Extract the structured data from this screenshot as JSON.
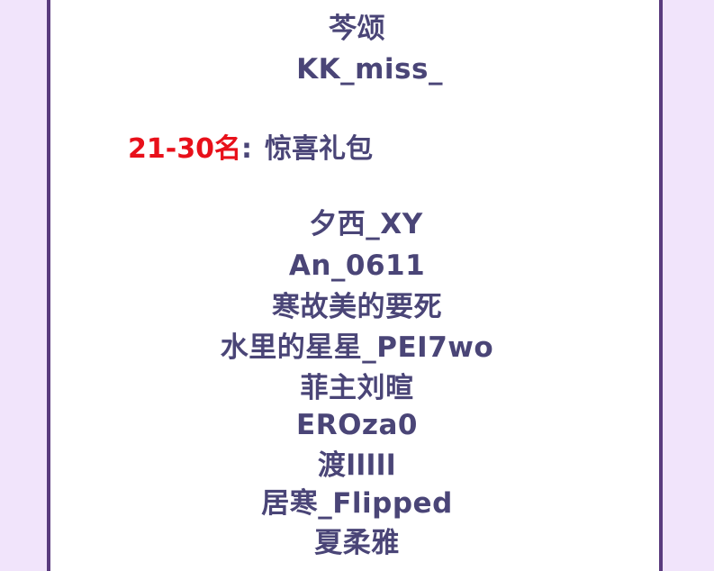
{
  "top_names": [
    "芩颂",
    "KK_miss_"
  ],
  "prize": {
    "rank_label": "21-30名",
    "separator": ":",
    "prize_name": "惊喜礼包"
  },
  "winners": [
    "夕西_XY",
    "An_0611",
    "寒故美的要死",
    "水里的星星_PEI7wo",
    "菲主刘暄",
    "EROza0",
    "渡lllll",
    "居寒_Flipped",
    "夏柔雅"
  ],
  "colors": {
    "background": "#f1e4fb",
    "panel": "#ffffff",
    "border": "#5a3b7e",
    "text": "#4a4577",
    "accent": "#e8101a"
  }
}
